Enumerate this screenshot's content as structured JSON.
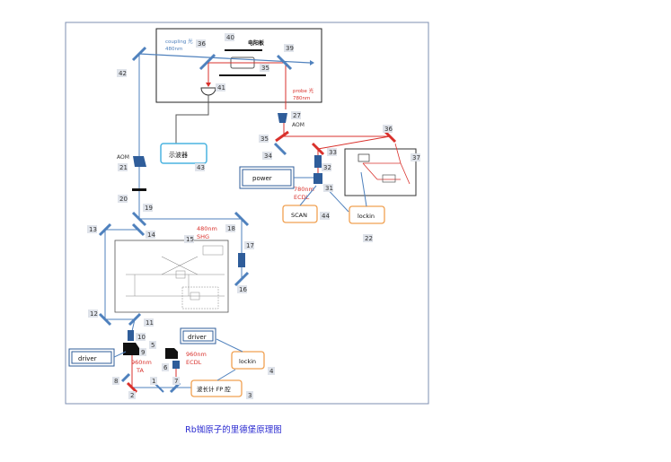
{
  "caption": "Rb铷原子的里德堡原理图",
  "labels": {
    "cavity_title": "电阳板",
    "coupling_light": "coupling 光",
    "coupling_wavelength": "480nm",
    "probe_light": "probe 光",
    "probe_wavelength": "780nm",
    "aom_upper": "AOM",
    "aom_left": "AOM",
    "oscilloscope": "示波器",
    "power": "power",
    "ecdl_780_wavelength": "780nm",
    "ecdl_780_type": "ECDL",
    "scan": "SCAN",
    "lockin_upper": "lockin",
    "shg_wavelength": "480nm",
    "shg_type": "SHG",
    "driver_left": "driver",
    "driver_mid": "driver",
    "ta_wavelength": "960nm",
    "ta_type": "TA",
    "ecdl_960_wavelength": "960nm",
    "ecdl_960_type": "ECDL",
    "lockin_lower": "lockin",
    "wavemeter": "波长计 FP 腔"
  },
  "numbers": {
    "n1": "1",
    "n2": "2",
    "n3": "3",
    "n4": "4",
    "n5": "5",
    "n6": "6",
    "n7": "7",
    "n8": "8",
    "n9": "9",
    "n10": "10",
    "n11": "11",
    "n12": "12",
    "n13": "13",
    "n14": "14",
    "n15": "15",
    "n16": "16",
    "n17": "17",
    "n18": "18",
    "n19": "19",
    "n20": "20",
    "n21": "21",
    "n22": "22",
    "n27": "27",
    "n31": "31",
    "n32": "32",
    "n33": "33",
    "n34": "34",
    "n35a": "35",
    "n35b": "35",
    "n36a": "36",
    "n36b": "36",
    "n37": "37",
    "n39": "39",
    "n40": "40",
    "n41": "41",
    "n42": "42",
    "n43": "43",
    "n44": "44"
  },
  "colors": {
    "frame": "#7e8fb0",
    "blue_beam": "#4f81bd",
    "red_beam": "#d9312c",
    "orange_box": "#f0a050",
    "cyan_box": "#4ab3e0",
    "caption": "#2a2ad0"
  }
}
